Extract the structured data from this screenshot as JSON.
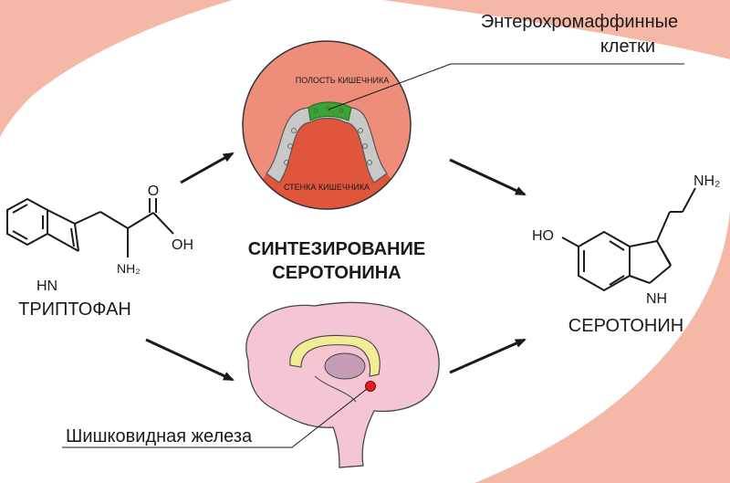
{
  "title": {
    "line1": "СИНТЕЗИРОВАНИЕ",
    "line2": "СЕРОТОНИНА"
  },
  "labels": {
    "enterochromaffin_line1": "Энтерохромаффинные",
    "enterochromaffin_line2": "клетки",
    "intestinal_lumen": "ПОЛОСТЬ КИШЕЧНИКА",
    "intestinal_wall": "СТЕНКА КИШЕЧНИКА",
    "pineal_gland": "Шишковидная железа"
  },
  "tryptophan": {
    "name": "ТРИПТОФАН",
    "oh": "OH",
    "o": "O",
    "nh2": "NH₂",
    "hn": "HN"
  },
  "serotonin": {
    "name": "СЕРОТОНИН",
    "ho": "HO",
    "nh2": "NH₂",
    "nh": "NH"
  },
  "colors": {
    "background_blob": "#f6b8a6",
    "lumen": "#ee8e7a",
    "wall": "#e0563d",
    "epithelium": "#c8c8c8",
    "enterochromaffin_cells": "#3aa335",
    "brain": "#f4c6d4",
    "corpus_callosum": "#f3ec96",
    "thalamus": "#c49cb4",
    "pineal_dot": "#e02020",
    "text": "#1a1a1a"
  }
}
